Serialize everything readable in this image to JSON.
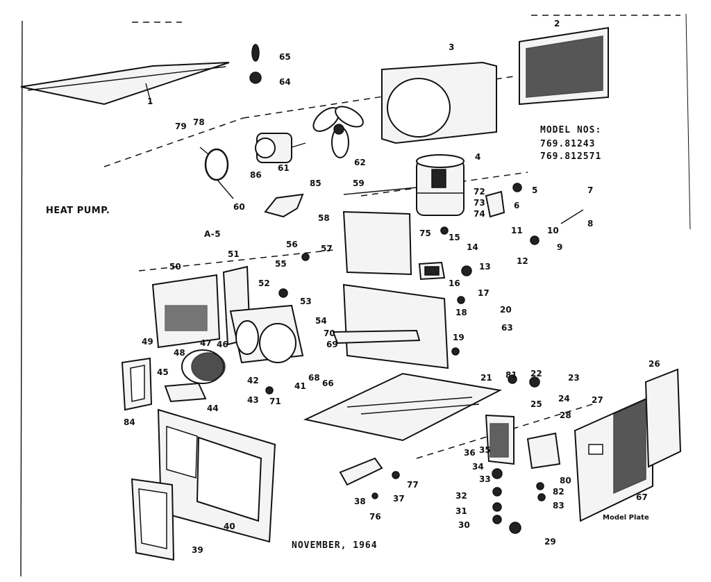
{
  "title": "HEAT PUMP.",
  "figure_code": "A-5",
  "model_block": {
    "heading": "MODEL NOS:",
    "numbers": [
      "769.81243",
      "769.812571"
    ]
  },
  "date_caption": "NOVEMBER, 1964",
  "plate_label": "Model Plate",
  "callouts": [
    "1",
    "2",
    "3",
    "4",
    "5",
    "6",
    "7",
    "8",
    "9",
    "10",
    "11",
    "12",
    "13",
    "14",
    "15",
    "16",
    "17",
    "18",
    "19",
    "20",
    "21",
    "22",
    "23",
    "24",
    "25",
    "26",
    "27",
    "28",
    "29",
    "30",
    "31",
    "32",
    "33",
    "34",
    "35",
    "36",
    "37",
    "38",
    "39",
    "40",
    "41",
    "42",
    "43",
    "44",
    "45",
    "46",
    "47",
    "48",
    "49",
    "50",
    "51",
    "52",
    "53",
    "54",
    "55",
    "56",
    "57",
    "58",
    "59",
    "60",
    "61",
    "62",
    "63",
    "64",
    "65",
    "66",
    "67",
    "68",
    "69",
    "70",
    "71",
    "72",
    "73",
    "74",
    "75",
    "76",
    "77",
    "78",
    "79",
    "80",
    "81",
    "82",
    "83",
    "84",
    "85",
    "86"
  ]
}
